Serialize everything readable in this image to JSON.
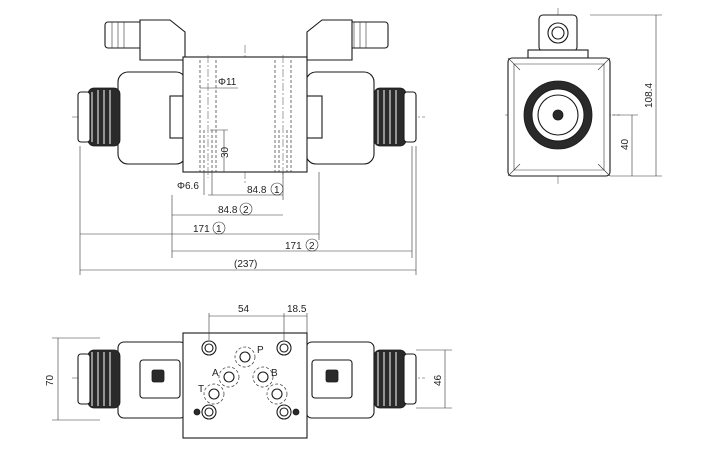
{
  "views": {
    "front": {
      "hole_diameter": "Φ11",
      "hole_depth": "30",
      "small_hole": "Φ6.6",
      "dim_84_8_a": "84.8",
      "mark_1": "1",
      "dim_84_8_b": "84.8",
      "mark_2": "2",
      "dim_171_a": "171",
      "dim_171_b": "171",
      "overall": "(237)"
    },
    "side": {
      "height_total": "108.4",
      "height_center": "40"
    },
    "top": {
      "dim_54": "54",
      "dim_18_5": "18.5",
      "dim_70": "70",
      "dim_46": "46",
      "port_p": "P",
      "port_a": "A",
      "port_b": "B",
      "port_t": "T"
    }
  }
}
